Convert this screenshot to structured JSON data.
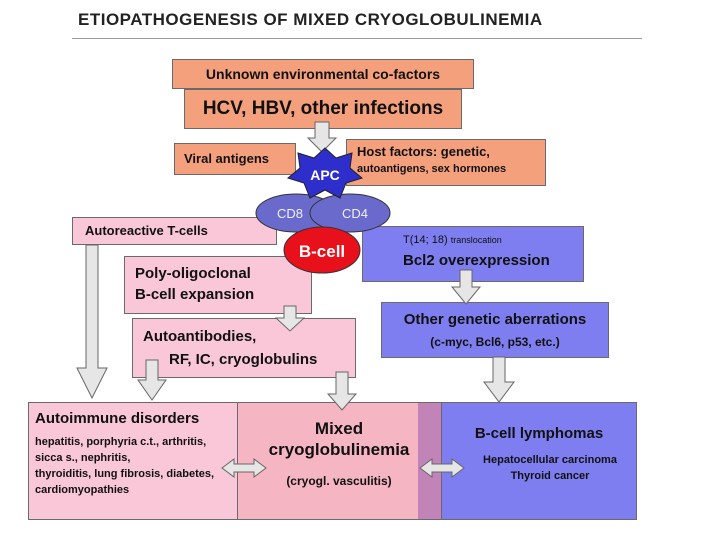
{
  "title": "ETIOPATHOGENESIS OF MIXED CRYOGLOBULINEMIA",
  "env_cofactors": "Unknown environmental co-factors",
  "infections": "HCV, HBV, other infections",
  "viral_antigens": "Viral antigens",
  "host_factors": {
    "line1": "Host factors: genetic,",
    "line2": "autoantigens, sex hormones"
  },
  "apc": "APC",
  "cd8": "CD8",
  "cd4": "CD4",
  "bcell": "B-cell",
  "autoreactive_t": "Autoreactive T-cells",
  "translocation": {
    "main": "T(14; 18)",
    "small": "translocation"
  },
  "bcl2": "Bcl2 overexpression",
  "poly_expansion": {
    "line1": "Poly-oligoclonal",
    "line2": "B-cell expansion"
  },
  "autoantibodies": {
    "line1": "Autoantibodies,",
    "line2": "RF, IC, cryoglobulins"
  },
  "other_genetic": {
    "line1": "Other genetic aberrations",
    "line2": "(c-myc, Bcl6, p53, etc.)"
  },
  "autoimmune": {
    "title": "Autoimmune disorders",
    "lines": [
      "hepatitis, porphyria c.t., arthritis,",
      "sicca s., nephritis,",
      "thyroiditis, lung fibrosis, diabetes,",
      "cardiomyopathies"
    ]
  },
  "mixed": {
    "line1": "Mixed",
    "line2": "cryoglobulinemia",
    "line3": "(cryogl. vasculitis)"
  },
  "lymphoma": {
    "title": "B-cell lymphomas",
    "line1": "Hepatocellular carcinoma",
    "line2": "Thyroid cancer"
  },
  "colors": {
    "orange": "#f5a07c",
    "pink": "#f9c7d8",
    "blue": "#7e7ef0",
    "apc": "#2e2ecc",
    "cd": "#6a6acd",
    "bcell": "#e8101a"
  }
}
